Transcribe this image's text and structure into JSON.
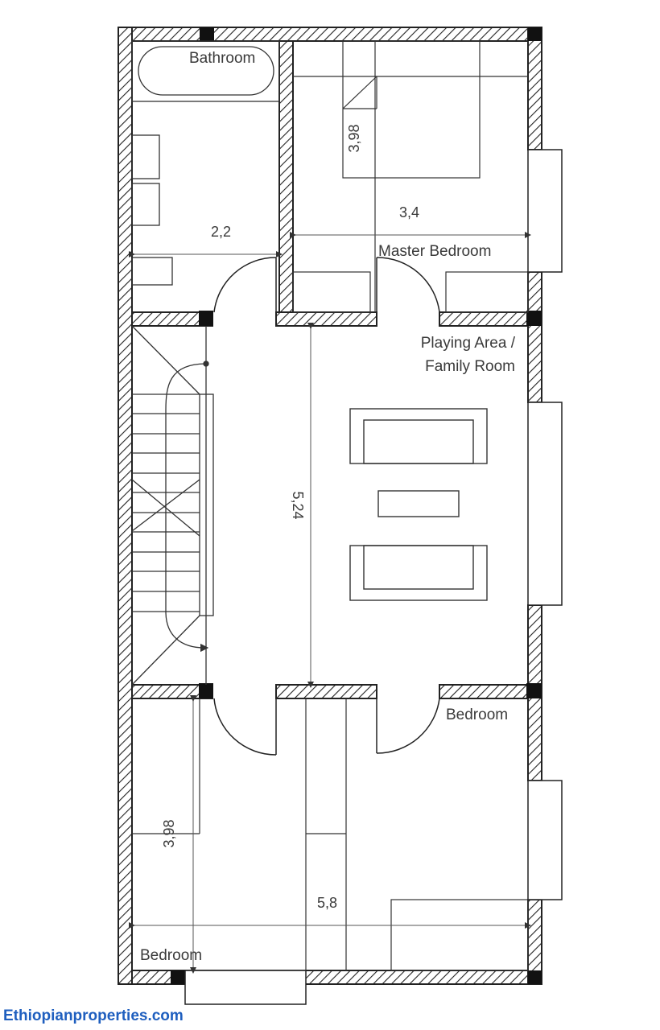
{
  "rooms": {
    "bathroom": "Bathroom",
    "master_bedroom": "Master Bedroom",
    "playing_area_line1": "Playing Area /",
    "playing_area_line2": "Family Room",
    "bedroom_right": "Bedroom",
    "bedroom_left": "Bedroom"
  },
  "dimensions": {
    "bathroom_width": "2,2",
    "master_width": "3,4",
    "master_depth": "3,98",
    "family_depth": "5,24",
    "bedroom_depth": "3,98",
    "bedroom_width": "5,8"
  },
  "watermark": "Ethiopianproperties.com"
}
